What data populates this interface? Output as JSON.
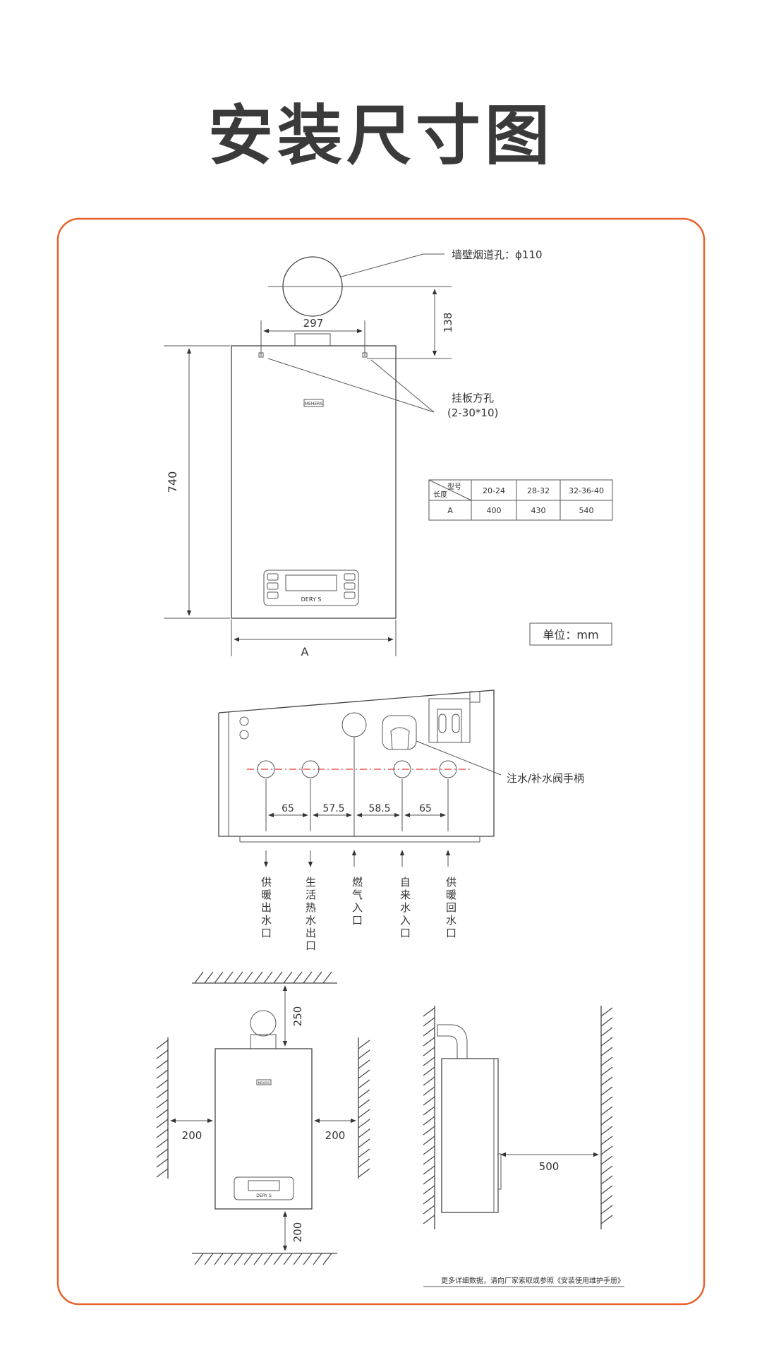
{
  "title": "安装尺寸图",
  "colors": {
    "frame": "#e8622c",
    "line": "#444444",
    "centerline": "#e53935"
  },
  "front_view": {
    "flue_label": "墙壁烟道孔：ϕ110",
    "dim_top_width": "297",
    "dim_flue_height": "138",
    "hanging_label_1": "挂板方孔",
    "hanging_label_2": "(2-30*10)",
    "dim_height": "740",
    "dim_width": "A",
    "brand": "MEHERS",
    "panel_label": "DERY S",
    "unit_label": "单位：mm"
  },
  "size_table": {
    "corner_top": "型号",
    "corner_bottom": "长度",
    "headers": [
      "20-24",
      "28-32",
      "32-36-40"
    ],
    "row_label": "A",
    "values": [
      "400",
      "430",
      "540"
    ]
  },
  "bottom_view": {
    "valve_label": "注水/补水阀手柄",
    "spacings": [
      "65",
      "57.5",
      "58.5",
      "65"
    ],
    "ports": [
      "供暖出水口",
      "生活热水出口",
      "燃气入口",
      "自来水入口",
      "供暖回水口"
    ]
  },
  "clearance": {
    "top": "250",
    "left": "200",
    "right": "200",
    "bottom": "200",
    "front": "500",
    "brand": "MEHERS",
    "panel_label": "DERY S"
  },
  "footnote": "更多详细数据，请向厂家索取或参照《安装使用维护手册》"
}
